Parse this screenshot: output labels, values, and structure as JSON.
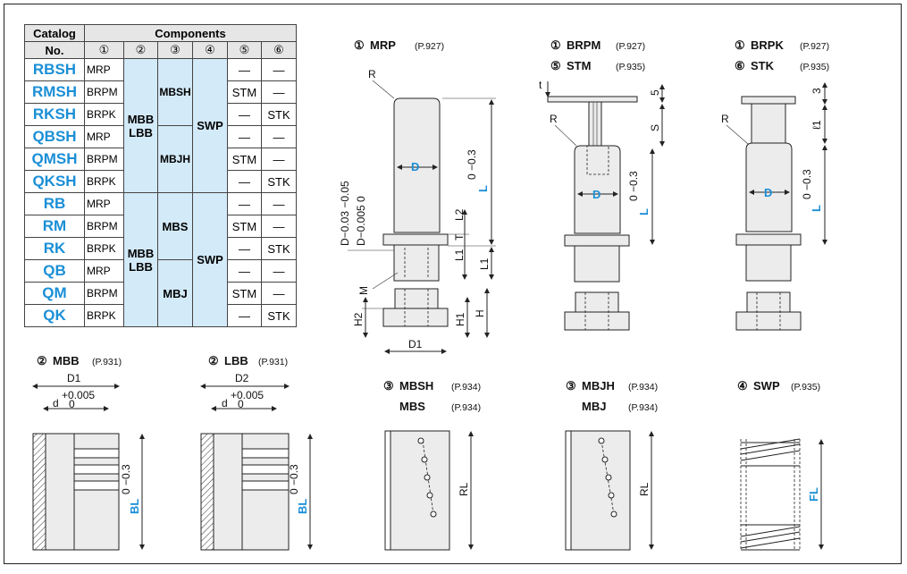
{
  "table": {
    "header_catalog": "Catalog",
    "header_no": "No.",
    "header_components": "Components",
    "col_nums": [
      "①",
      "②",
      "③",
      "④",
      "⑤",
      "⑥"
    ],
    "rows": [
      {
        "cat": "RBSH",
        "c1": "MRP",
        "c5": "—",
        "c6": "—"
      },
      {
        "cat": "RMSH",
        "c1": "BRPM",
        "c5": "STM",
        "c6": "—"
      },
      {
        "cat": "RKSH",
        "c1": "BRPK",
        "c5": "—",
        "c6": "STK"
      },
      {
        "cat": "QBSH",
        "c1": "MRP",
        "c5": "—",
        "c6": "—"
      },
      {
        "cat": "QMSH",
        "c1": "BRPM",
        "c5": "STM",
        "c6": "—"
      },
      {
        "cat": "QKSH",
        "c1": "BRPK",
        "c5": "—",
        "c6": "STK"
      },
      {
        "cat": "RB",
        "c1": "MRP",
        "c5": "—",
        "c6": "—"
      },
      {
        "cat": "RM",
        "c1": "BRPM",
        "c5": "STM",
        "c6": "—"
      },
      {
        "cat": "RK",
        "c1": "BRPK",
        "c5": "—",
        "c6": "STK"
      },
      {
        "cat": "QB",
        "c1": "MRP",
        "c5": "—",
        "c6": "—"
      },
      {
        "cat": "QM",
        "c1": "BRPM",
        "c5": "STM",
        "c6": "—"
      },
      {
        "cat": "QK",
        "c1": "BRPK",
        "c5": "—",
        "c6": "STK"
      }
    ],
    "group1_c2": "MBB\nLBB",
    "group1_c3a": "MBSH",
    "group1_c3b": "MBJH",
    "group1_c4": "SWP",
    "group2_c2": "MBB\nLBB",
    "group2_c3a": "MBS",
    "group2_c3b": "MBJ",
    "group2_c4": "SWP"
  },
  "drawings": {
    "mrp": {
      "num": "①",
      "name": "MRP",
      "page": "(P.927)"
    },
    "brpm": {
      "num": "①",
      "name": "BRPM",
      "page": "(P.927)",
      "num2": "⑤",
      "name2": "STM",
      "page2": "(P.935)"
    },
    "brpk": {
      "num": "①",
      "name": "BRPK",
      "page": "(P.927)",
      "num2": "⑥",
      "name2": "STK",
      "page2": "(P.935)"
    },
    "mbb": {
      "num": "②",
      "name": "MBB",
      "page": "(P.931)"
    },
    "lbb": {
      "num": "②",
      "name": "LBB",
      "page": "(P.931)"
    },
    "mbsh": {
      "num": "③",
      "name": "MBSH",
      "page": "(P.934)",
      "name2": "MBS",
      "page2": "(P.934)"
    },
    "mbjh": {
      "num": "③",
      "name": "MBJH",
      "page": "(P.934)",
      "name2": "MBJ",
      "page2": "(P.934)"
    },
    "swp": {
      "num": "④",
      "name": "SWP",
      "page": "(P.935)"
    }
  },
  "labels": {
    "R": "R",
    "D": "D",
    "L": "L",
    "tol_L": "0\n−0.3",
    "M": "M",
    "D_tol1": "D−0.03",
    "D_tol1b": "−0.05",
    "D_tol2": "D−0.005",
    "D_tol2b": "0",
    "L2": "L2",
    "T": "T",
    "L1": "L1",
    "H2": "H2",
    "H1": "H1",
    "H": "H",
    "D1": "D1",
    "D2": "D2",
    "t": "t",
    "five": "5",
    "S": "S",
    "three": "3",
    "l1": "ℓ1",
    "d": "d",
    "d_tol": "+0.005",
    "d_tol0": "0",
    "BL": "BL",
    "RL": "RL",
    "FL": "FL"
  }
}
